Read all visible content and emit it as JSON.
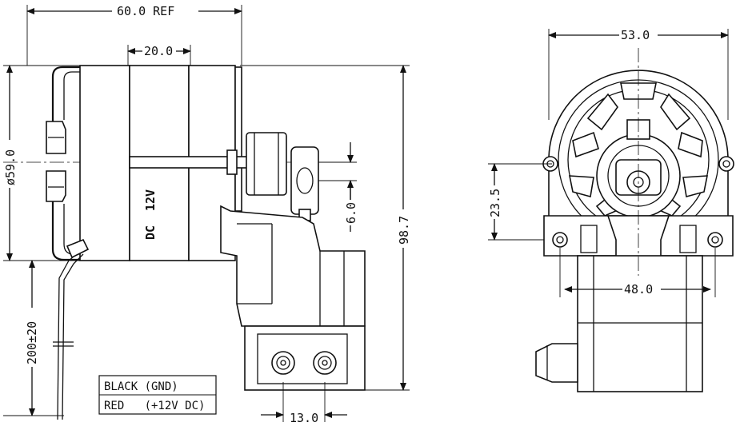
{
  "dimensions": {
    "overall_length": "60.0 REF",
    "motor_gap": "20.0",
    "motor_diameter": "ø59.0",
    "lead_length": "200±20",
    "shaft_offset": "6.0",
    "overall_height": "98.7",
    "port_spacing": "13.0",
    "front_width": "53.0",
    "front_offset": "23.5",
    "mount_spacing": "48.0"
  },
  "motor_label": {
    "line1": "DC",
    "line2": "12V"
  },
  "legend": {
    "row1": "BLACK (GND)",
    "row2": "RED   (+12V DC)"
  }
}
